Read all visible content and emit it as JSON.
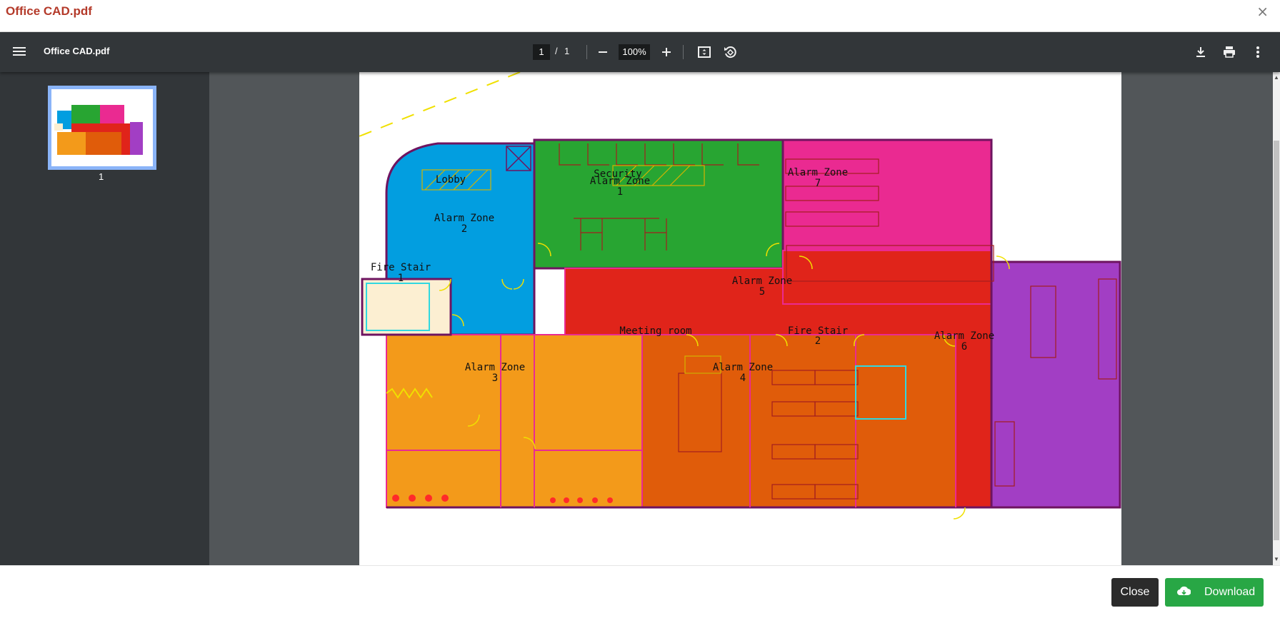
{
  "modal": {
    "title": "Office CAD.pdf",
    "close_icon": "×"
  },
  "toolbar": {
    "filename": "Office CAD.pdf",
    "current_page": "1",
    "page_separator": "/",
    "total_pages": "1",
    "zoom": "100%",
    "icons": [
      "menu-icon",
      "zoom-out-icon",
      "zoom-in-icon",
      "fit-page-icon",
      "rotate-icon",
      "download-icon",
      "print-icon",
      "more-icon"
    ]
  },
  "sidebar": {
    "thumbnail_label": "1"
  },
  "floorplan": {
    "labels": {
      "lobby": "Lobby",
      "security": "Security",
      "zone1_a": "Alarm Zone",
      "zone1_b": "1",
      "zone2_a": "Alarm Zone",
      "zone2_b": "2",
      "zone3_a": "Alarm Zone",
      "zone3_b": "3",
      "zone4_a": "Alarm Zone",
      "zone4_b": "4",
      "zone5_a": "Alarm Zone",
      "zone5_b": "5",
      "zone6_a": "Alarm Zone",
      "zone6_b": "6",
      "zone7_a": "Alarm Zone",
      "zone7_b": "7",
      "fire_stair1_a": "Fire Stair",
      "fire_stair1_b": "1",
      "fire_stair2_a": "Fire Stair",
      "fire_stair2_b": "2",
      "meeting": "Meeting room"
    },
    "colors": {
      "zone1": "#28a532",
      "zone2": "#029ee0",
      "zone3": "#f39a1a",
      "zone4": "#e05c0a",
      "zone5": "#e0241a",
      "zone6": "#a23ec4",
      "zone7": "#ea2a91",
      "fire_stair": "#fcefd2",
      "outline": "#6e1460"
    }
  },
  "footer": {
    "close_label": "Close",
    "download_label": "Download",
    "download_icon": "cloud-download-icon"
  }
}
